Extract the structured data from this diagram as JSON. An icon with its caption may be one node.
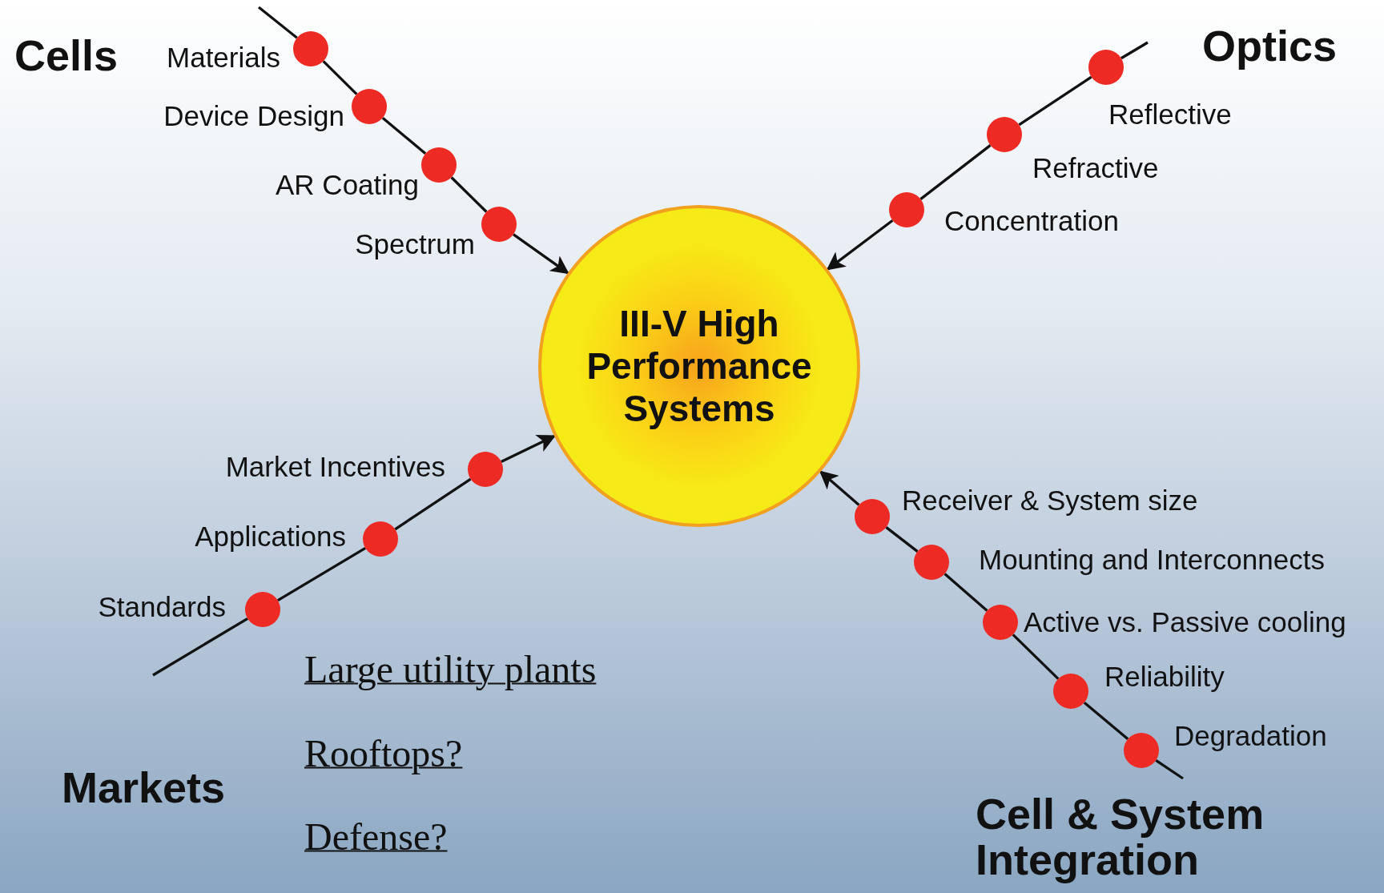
{
  "diagram": {
    "nodes": [
      {
        "text": [
          "III-V High Performance Systems"
        ]
      },
      {
        "text": [],
        "shape": "circle",
        "beside": [
          "Materials"
        ]
      },
      {
        "text": [],
        "shape": "circle",
        "beside": [
          "Device Design"
        ]
      },
      {
        "text": [],
        "shape": "circle",
        "beside": [
          "AR Coating"
        ]
      },
      {
        "text": [],
        "shape": "circle",
        "beside": [
          "Spectrum"
        ]
      },
      {
        "text": [],
        "shape": "circle",
        "beside": [
          "Reflective"
        ]
      },
      {
        "text": [],
        "shape": "circle",
        "beside": [
          "Refractive"
        ]
      },
      {
        "text": [],
        "shape": "circle",
        "beside": [
          "Concentration"
        ]
      },
      {
        "text": [],
        "shape": "circle",
        "beside": [
          "Market Incentives"
        ]
      },
      {
        "text": [],
        "shape": "circle",
        "beside": [
          "Applications"
        ]
      },
      {
        "text": [],
        "shape": "circle",
        "beside": [
          "Standards"
        ]
      },
      {
        "text": [],
        "shape": "circle",
        "beside": [
          "Receiver & System size"
        ]
      },
      {
        "text": [],
        "shape": "circle",
        "beside": [
          "Mounting and Interconnects"
        ]
      },
      {
        "text": [],
        "shape": "circle",
        "beside": [
          "Active vs. Passive cooling"
        ]
      },
      {
        "text": [],
        "shape": "circle",
        "beside": [
          "Reliability"
        ]
      },
      {
        "text": [],
        "shape": "circle",
        "beside": [
          "Degradation"
        ]
      }
    ],
    "edges": [
      {
        "from": null,
        "to": 1,
        "arrow": "none"
      },
      {
        "from": 1,
        "to": 2,
        "arrow": "none"
      },
      {
        "from": 2,
        "to": 3,
        "arrow": "none"
      },
      {
        "from": 3,
        "to": 4,
        "arrow": "none"
      },
      {
        "from": 4,
        "to": 0,
        "arrow": "to"
      },
      {
        "from": null,
        "to": 5,
        "arrow": "none"
      },
      {
        "from": 5,
        "to": 6,
        "arrow": "none"
      },
      {
        "from": 6,
        "to": 7,
        "arrow": "none"
      },
      {
        "from": 7,
        "to": 0,
        "arrow": "to"
      },
      {
        "from": null,
        "to": 10,
        "arrow": "none"
      },
      {
        "from": 10,
        "to": 9,
        "arrow": "none"
      },
      {
        "from": 9,
        "to": 8,
        "arrow": "none"
      },
      {
        "from": 8,
        "to": 0,
        "arrow": "to"
      },
      {
        "from": null,
        "to": 15,
        "arrow": "none"
      },
      {
        "from": 15,
        "to": 14,
        "arrow": "none"
      },
      {
        "from": 14,
        "to": 13,
        "arrow": "none"
      },
      {
        "from": 13,
        "to": 12,
        "arrow": "none"
      },
      {
        "from": 12,
        "to": 11,
        "arrow": "none"
      },
      {
        "from": 11,
        "to": 0,
        "arrow": "to"
      }
    ],
    "labels": [
      "Cells",
      "Optics",
      "Large utility plants",
      "Rooftops?",
      "Defense?",
      "Markets",
      "Cell & System Integration"
    ]
  }
}
